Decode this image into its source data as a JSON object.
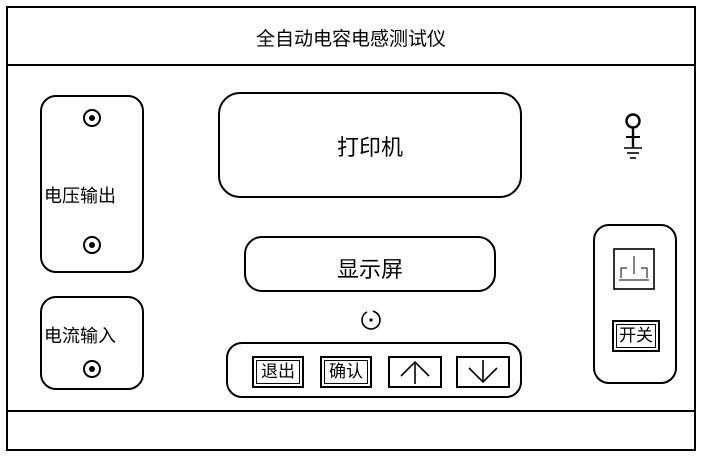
{
  "title": "全自动电容电感测试仪",
  "voltage_output": {
    "label": "电压输出"
  },
  "current_input": {
    "label": "电流输入"
  },
  "printer": {
    "label": "打印机"
  },
  "display": {
    "label": "显示屏"
  },
  "keys": {
    "exit": "退出",
    "confirm": "确认",
    "up_icon": "arrow-up-icon",
    "down_icon": "arrow-down-icon"
  },
  "power": {
    "switch_label": "开关"
  },
  "icons": {
    "ground": "ground-terminal-icon",
    "knob": "adjust-knob-icon"
  }
}
